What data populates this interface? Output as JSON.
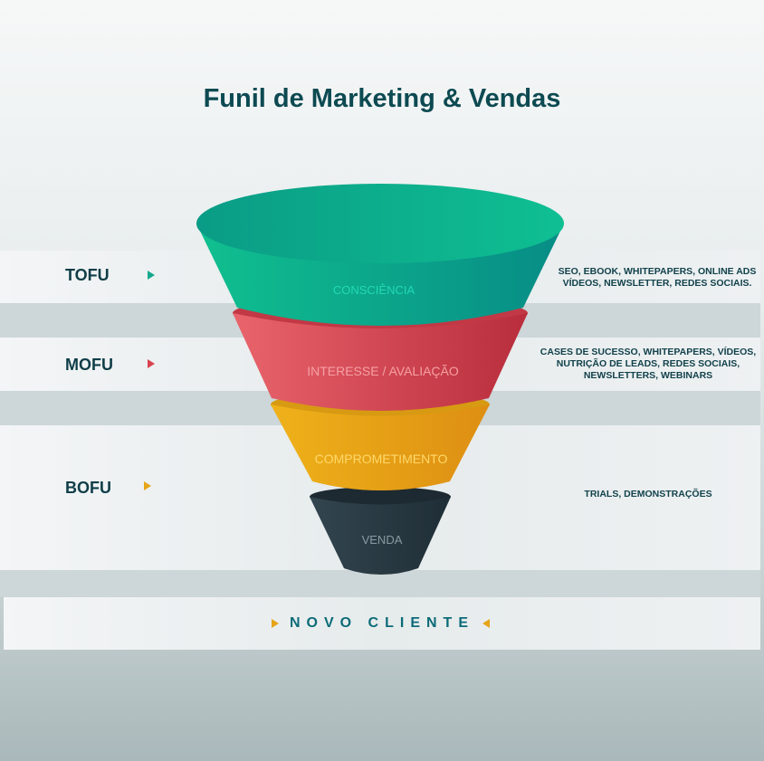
{
  "title": "Funil de Marketing & Vendas",
  "stages": [
    {
      "label": "TOFU",
      "arrow_color": "#14a88c",
      "funnel_label": "CONSCIÊNCIA",
      "tactics": [
        "SEO, EBOOK, WHITEPAPERS, ONLINE ADS",
        "VÍDEOS, NEWSLETTER, REDES SOCIAIS."
      ]
    },
    {
      "label": "MOFU",
      "arrow_color": "#d8444f",
      "funnel_label": "INTERESSE / AVALIAÇÃO",
      "tactics": [
        "CASES DE SUCESSO, WHITEPAPERS, VÍDEOS,",
        "NUTRIÇÃO DE LEADS, REDES SOCIAIS,",
        "NEWSLETTERS, WEBINARS"
      ]
    },
    {
      "label": "BOFU",
      "arrow_color": "#e6a417",
      "funnel_label": "COMPROMETIMENTO",
      "tactics": [
        "TRIALS, DEMONSTRAÇÕES"
      ]
    }
  ],
  "final_segment_label": "VENDA",
  "result": "NOVO CLIENTE",
  "colors": {
    "teal": "#0aa88a",
    "red": "#d44a55",
    "yellow": "#e5a415",
    "dark": "#2c3e48",
    "result_arrow": "#e6a417"
  }
}
